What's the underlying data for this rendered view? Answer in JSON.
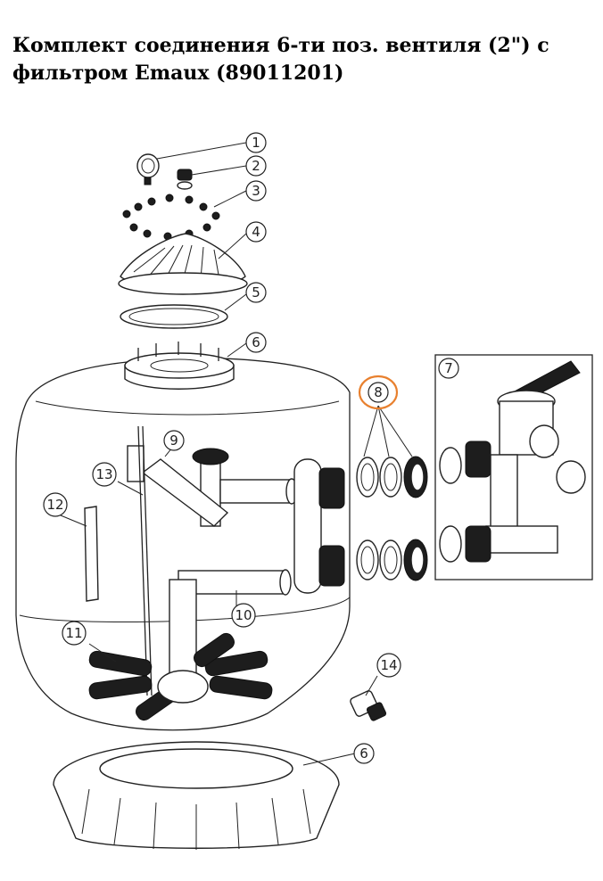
{
  "title": {
    "line1": "Комплект соединения 6-ти поз. вентиля (2\") с",
    "line2": "фильтром Emaux (89011201)"
  },
  "callouts": [
    "1",
    "2",
    "3",
    "4",
    "5",
    "6",
    "7",
    "8",
    "9",
    "10",
    "11",
    "12",
    "13",
    "14",
    "6"
  ],
  "highlight": {
    "callout": "8",
    "color": "#e8802e"
  }
}
